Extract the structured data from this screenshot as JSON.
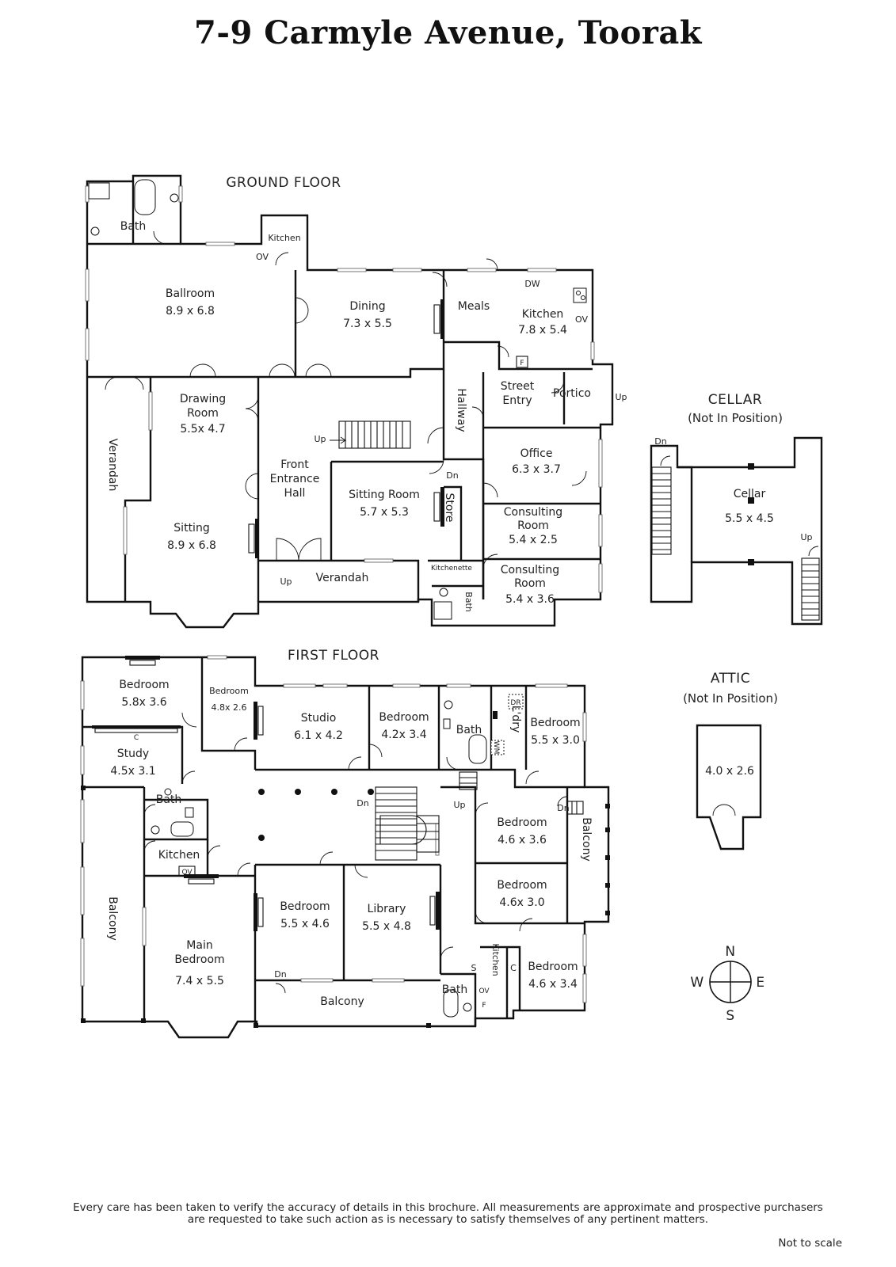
{
  "title": "7-9 Carmyle Avenue, Toorak",
  "ground_floor": {
    "heading": "GROUND FLOOR",
    "rooms": {
      "bath": "Bath",
      "kitchen_small": "Kitchen",
      "ballroom": "Ballroom",
      "ballroom_size": "8.9 x 6.8",
      "dining": "Dining",
      "dining_size": "7.3 x 5.5",
      "meals": "Meals",
      "kitchen": "Kitchen",
      "kitchen_size": "7.8 x 5.4",
      "drawing_1": "Drawing",
      "drawing_2": "Room",
      "drawing_size": "5.5x 4.7",
      "verandah_side": "Verandah",
      "hallway": "Hallway",
      "street_1": "Street",
      "street_2": "Entry",
      "portico": "Portico",
      "entrance_1": "Front",
      "entrance_2": "Entrance",
      "entrance_3": "Hall",
      "office": "Office",
      "office_size": "6.3 x 3.7",
      "sitting_room": "Sitting Room",
      "sitting_room_size": "5.7 x 5.3",
      "store": "Store",
      "consulting_1a": "Consulting",
      "consulting_1b": "Room",
      "consulting_1_size": "5.4 x 2.5",
      "sitting": "Sitting",
      "sitting_size": "8.9 x 6.8",
      "kitchenette": "Kitchenette",
      "consulting_2a": "Consulting",
      "consulting_2b": "Room",
      "consulting_2_size": "5.4 x 3.6",
      "verandah_front": "Verandah",
      "bath_small": "Bath"
    },
    "annotations": {
      "ov": "OV",
      "dw": "DW",
      "f": "F",
      "up": "Up",
      "dn": "Dn"
    }
  },
  "cellar": {
    "heading": "CELLAR",
    "subheading": "(Not In Position)",
    "room": "Cellar",
    "size": "5.5 x 4.5",
    "dn": "Dn",
    "up": "Up"
  },
  "first_floor": {
    "heading": "FIRST FLOOR",
    "rooms": {
      "bedroom_a": "Bedroom",
      "bedroom_a_size": "5.8x 3.6",
      "bedroom_b": "Bedroom",
      "bedroom_b_size": "4.8x 2.6",
      "study": "Study",
      "study_size": "4.5x 3.1",
      "studio": "Studio",
      "studio_size": "6.1 x 4.2",
      "bedroom_c": "Bedroom",
      "bedroom_c_size": "4.2x 3.4",
      "bath_a": "Bath",
      "laundry": "L'dry",
      "bedroom_d": "Bedroom",
      "bedroom_d_size": "5.5 x 3.0",
      "bath_b": "Bath",
      "kitchen_a": "Kitchen",
      "balcony_west": "Balcony",
      "main_bed_1": "Main",
      "main_bed_2": "Bedroom",
      "main_bed_size": "7.4 x 5.5",
      "bedroom_e": "Bedroom",
      "bedroom_e_size": "4.6 x 3.6",
      "bedroom_f": "Bedroom",
      "bedroom_f_size": "4.6x 3.0",
      "balcony_east": "Balcony",
      "bedroom_g": "Bedroom",
      "bedroom_g_size": "5.5 x 4.6",
      "library": "Library",
      "library_size": "5.5 x 4.8",
      "balcony_south": "Balcony",
      "bath_c": "Bath",
      "kitchen_b": "Kitchen",
      "bedroom_h": "Bedroom",
      "bedroom_h_size": "4.6 x 3.4"
    },
    "annotations": {
      "c": "C",
      "dr": "DR",
      "wm": "WM",
      "dn": "Dn",
      "up": "Up",
      "ov": "OV",
      "s": "S",
      "f": "F"
    }
  },
  "attic": {
    "heading": "ATTIC",
    "subheading": "(Not In Position)",
    "size": "4.0 x 2.6"
  },
  "compass": {
    "n": "N",
    "s": "S",
    "e": "E",
    "w": "W"
  },
  "disclaimer_line1": "Every care has been taken to verify the accuracy of details in this brochure.  All measurements are approximate and prospective purchasers",
  "disclaimer_line2": "are requested to take such action as is necessary to satisfy themselves of any pertinent matters.",
  "scale_note": "Not to scale"
}
